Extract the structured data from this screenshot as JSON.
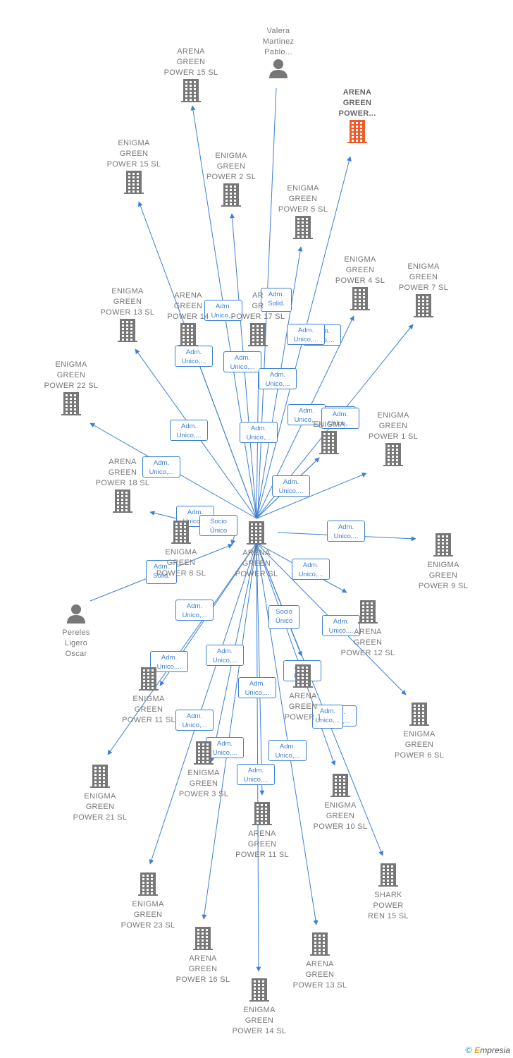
{
  "colors": {
    "edge": "#3b7fd4",
    "node_default": "#777777",
    "node_highlight": "#f05a28",
    "person": "#777777"
  },
  "footer": {
    "copyright": "©",
    "brand_initial": "E",
    "brand_rest": "mpresia"
  },
  "nodes": [
    {
      "id": "center",
      "type": "company",
      "label": "ARENA\nGREEN\nPOWER  SL"
    },
    {
      "id": "valera",
      "type": "person",
      "label": "Valera\nMartinez\nPablo..."
    },
    {
      "id": "pereles",
      "type": "person",
      "label": "Pereles\nLigero\nOscar"
    },
    {
      "id": "agp_top",
      "type": "company",
      "label": "ARENA\nGREEN\nPOWER...",
      "highlight": true
    },
    {
      "id": "agp15",
      "type": "company",
      "label": "ARENA\nGREEN\nPOWER 15  SL"
    },
    {
      "id": "egp15",
      "type": "company",
      "label": "ENIGMA\nGREEN\nPOWER 15  SL"
    },
    {
      "id": "egp2",
      "type": "company",
      "label": "ENIGMA\nGREEN\nPOWER 2  SL"
    },
    {
      "id": "egp5",
      "type": "company",
      "label": "ENIGMA\nGREEN\nPOWER 5  SL"
    },
    {
      "id": "egp4",
      "type": "company",
      "label": "ENIGMA\nGREEN\nPOWER 4  SL"
    },
    {
      "id": "egp7",
      "type": "company",
      "label": "ENIGMA\nGREEN\nPOWER 7  SL"
    },
    {
      "id": "egp13",
      "type": "company",
      "label": "ENIGMA\nGREEN\nPOWER 13  SL"
    },
    {
      "id": "agp14",
      "type": "company",
      "label": "ARENA\nGREEN\nPOWER 14"
    },
    {
      "id": "agp17",
      "type": "company",
      "label": "AR\nGR\nPOWER 17  SL"
    },
    {
      "id": "egp22",
      "type": "company",
      "label": "ENIGMA\nGREEN\nPOWER 22  SL"
    },
    {
      "id": "egmid",
      "type": "company",
      "label": "ENIGMA"
    },
    {
      "id": "egp1",
      "type": "company",
      "label": "ENIGMA\nGREEN\nPOWER 1  SL"
    },
    {
      "id": "agp18",
      "type": "company",
      "label": "ARENA\nGREEN\nPOWER 18  SL"
    },
    {
      "id": "egp8",
      "type": "company",
      "label": "ENIGMA\nGREEN\nPOWER 8  SL"
    },
    {
      "id": "egp9",
      "type": "company",
      "label": "ENIGMA\nGREEN\nPOWER 9  SL"
    },
    {
      "id": "agp12",
      "type": "company",
      "label": "ARENA\nGREEN\nPOWER 12  SL"
    },
    {
      "id": "egp11",
      "type": "company",
      "label": "ENIGMA\nGREEN\nPOWER 11  SL"
    },
    {
      "id": "agp1x",
      "type": "company",
      "label": "ARENA\nGREEN\nPOWER 1"
    },
    {
      "id": "egp6",
      "type": "company",
      "label": "ENIGMA\nGREEN\nPOWER 6  SL"
    },
    {
      "id": "egp21",
      "type": "company",
      "label": "ENIGMA\nGREEN\nPOWER 21  SL"
    },
    {
      "id": "egp3",
      "type": "company",
      "label": "ENIGMA\nGREEN\nPOWER 3  SL"
    },
    {
      "id": "egp10",
      "type": "company",
      "label": "ENIGMA\nGREEN\nPOWER 10  SL"
    },
    {
      "id": "agp11",
      "type": "company",
      "label": "ARENA\nGREEN\nPOWER 11  SL"
    },
    {
      "id": "spr15",
      "type": "company",
      "label": "SHARK\nPOWER\nREN 15  SL"
    },
    {
      "id": "egp23",
      "type": "company",
      "label": "ENIGMA\nGREEN\nPOWER 23  SL"
    },
    {
      "id": "agp16",
      "type": "company",
      "label": "ARENA\nGREEN\nPOWER 16  SL"
    },
    {
      "id": "agp13",
      "type": "company",
      "label": "ARENA\nGREEN\nPOWER 13  SL"
    },
    {
      "id": "egp14",
      "type": "company",
      "label": "ENIGMA\nGREEN\nPOWER 14  SL"
    }
  ],
  "edges": [
    {
      "from": "valera",
      "to": "center",
      "label": "Adm.\nSolid."
    },
    {
      "from": "pereles",
      "to": "center",
      "label": "Adm.\nSolid."
    },
    {
      "from": "center",
      "to": "agp_top",
      "label": "Adm.\nUnico,..."
    },
    {
      "from": "center",
      "to": "agp15",
      "label": "Adm.\nUnico,..."
    },
    {
      "from": "center",
      "to": "egp15",
      "label": "Adm.\nUnico,..."
    },
    {
      "from": "center",
      "to": "egp2",
      "label": "Adm.\nUnico,..."
    },
    {
      "from": "center",
      "to": "egp5",
      "label": "Adm.\nUnico,..."
    },
    {
      "from": "center",
      "to": "egp4",
      "label": "Adm.\nUnico,..."
    },
    {
      "from": "center",
      "to": "egp7",
      "label": "Adm.\nUnico,..."
    },
    {
      "from": "center",
      "to": "egp13",
      "label": "Adm.\nUnico,..."
    },
    {
      "from": "center",
      "to": "agp14",
      "label": "Adm.\nUnico,..."
    },
    {
      "from": "center",
      "to": "agp17",
      "label": "Adm.\nUnico,..."
    },
    {
      "from": "center",
      "to": "egp22",
      "label": "Adm.\nUnico,..."
    },
    {
      "from": "center",
      "to": "egmid",
      "label": "Adm.\nUnico,..."
    },
    {
      "from": "center",
      "to": "egp1",
      "label": "Adm.\nUnico,..."
    },
    {
      "from": "center",
      "to": "agp18",
      "label": "Socio\nÚnico"
    },
    {
      "from": "center",
      "to": "egp8",
      "label": "Adm.\nUnico,..."
    },
    {
      "from": "center",
      "to": "egp9",
      "label": "Adm.\nUnico,..."
    },
    {
      "from": "center",
      "to": "agp12",
      "label": "Adm.\nUnico,..."
    },
    {
      "from": "center",
      "to": "egp6",
      "label": "Adm.\nUnico,..."
    },
    {
      "from": "center",
      "to": "egp11",
      "label": "Adm.\nUnico,..."
    },
    {
      "from": "center",
      "to": "agp1x",
      "label": "Socio\nÚnico"
    },
    {
      "from": "center",
      "to": "egp21",
      "label": "Adm.\nUnico,..."
    },
    {
      "from": "center",
      "to": "egp3",
      "label": "Adm.\nUnico,..."
    },
    {
      "from": "center",
      "to": "egp10",
      "label": "Adm.\nUnico,..."
    },
    {
      "from": "center",
      "to": "agp11",
      "label": "Adm.\nUnico,..."
    },
    {
      "from": "center",
      "to": "spr15",
      "label": "Adm.\nUnico"
    },
    {
      "from": "center",
      "to": "egp23",
      "label": "Adm.\nUnico,..."
    },
    {
      "from": "center",
      "to": "agp16",
      "label": "Adm.\nUnico,..."
    },
    {
      "from": "center",
      "to": "agp13",
      "label": "Adm.\nUnico,..."
    },
    {
      "from": "center",
      "to": "egp14",
      "label": "Adm.\nUnico,..."
    },
    {
      "from": "center",
      "to": "egmid",
      "label": "Adm.\nUnico,..."
    }
  ]
}
